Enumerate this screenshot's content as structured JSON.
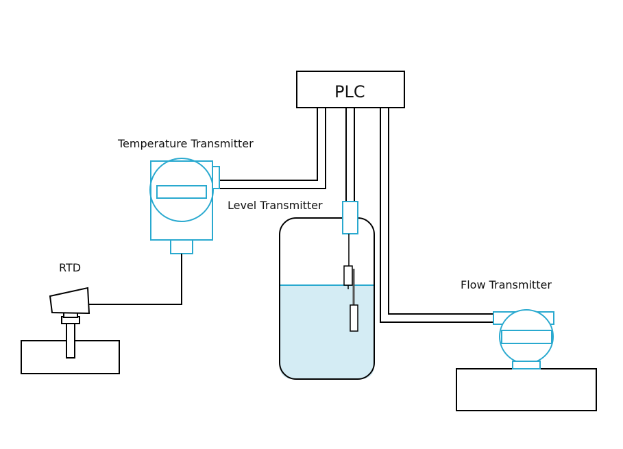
{
  "labels": {
    "plc": "PLC",
    "temperature_transmitter": "Temperature Transmitter",
    "level_transmitter": "Level Transmitter",
    "flow_transmitter": "Flow Transmitter",
    "rtd": "RTD"
  },
  "colors": {
    "device_stroke": "#29a9cf",
    "wire": "#000000",
    "liquid": "#d4ecf4",
    "liquid_surface": "#29a9cf"
  }
}
